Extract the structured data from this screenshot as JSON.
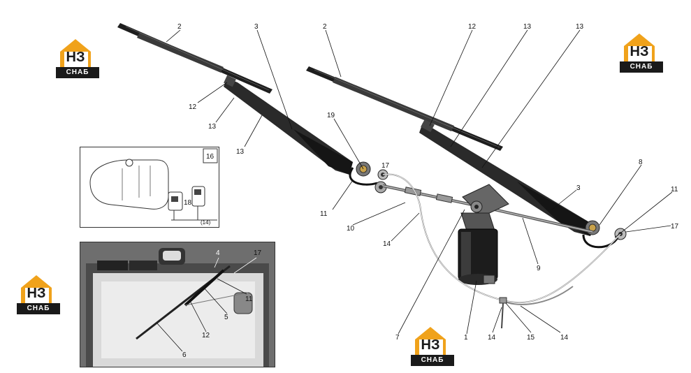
{
  "brand": {
    "mark": "НЗ",
    "word": "СНАБ",
    "accent": "#f0a21b",
    "dark": "#1a1a1a"
  },
  "inset_tank": {
    "box_label": "16",
    "part_label": "18",
    "pipe_label": "(14)"
  },
  "inset_cab": {
    "labels": {
      "l4": "4",
      "l17": "17",
      "l11": "11",
      "l5": "5",
      "l12": "12",
      "l6": "6"
    }
  },
  "labels": {
    "a2": "2",
    "a3": "3",
    "b2": "2",
    "b12": "12",
    "b13a": "13",
    "b13b": "13",
    "a12": "12",
    "a13a": "13",
    "a13b": "13",
    "l19": "19",
    "l17a": "17",
    "l11a": "11",
    "l10": "10",
    "l14a": "14",
    "l8": "8",
    "l3b": "3",
    "l11b": "11",
    "l17b": "17",
    "l9": "9",
    "l7": "7",
    "l1": "1",
    "l14b": "14",
    "l15": "15",
    "l14c": "14"
  }
}
